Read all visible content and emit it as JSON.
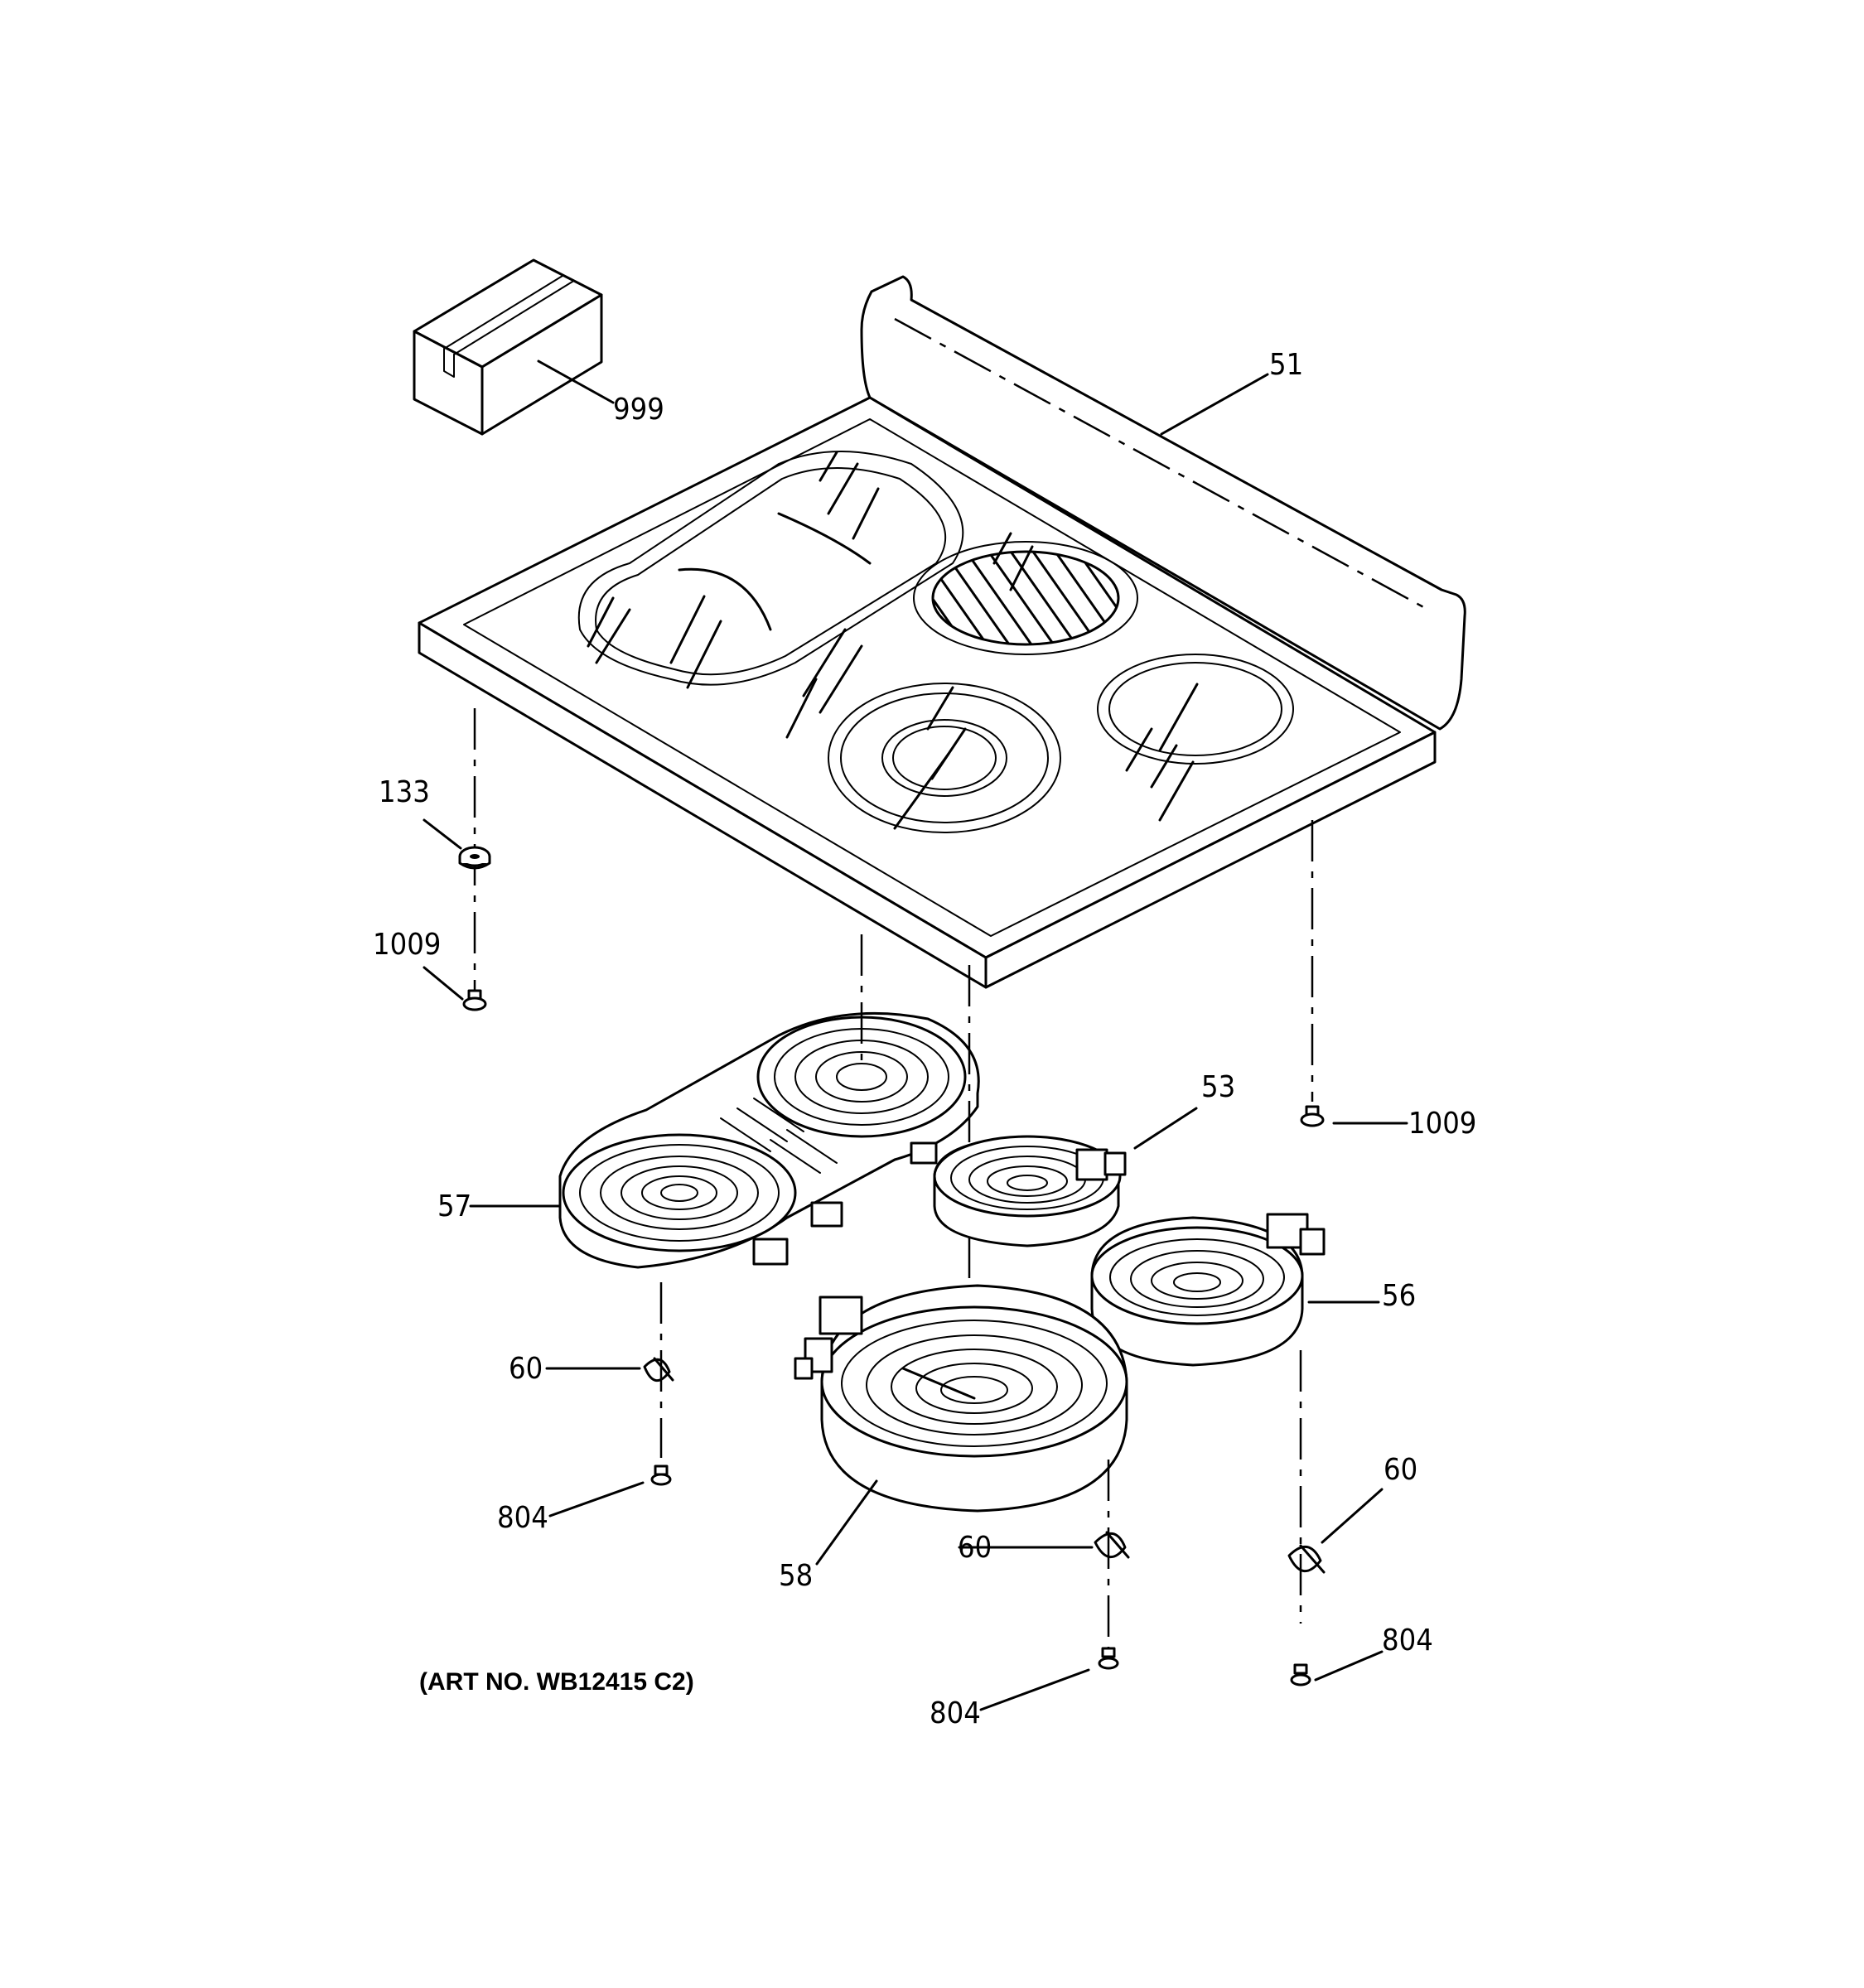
{
  "callouts": {
    "p51": "51",
    "p999": "999",
    "p133": "133",
    "p1009_left": "1009",
    "p1009_right": "1009",
    "p53": "53",
    "p57": "57",
    "p56": "56",
    "p60_left": "60",
    "p60_center": "60",
    "p60_right": "60",
    "p58": "58",
    "p804_left": "804",
    "p804_center": "804",
    "p804_right": "804"
  },
  "art_number": "(ART NO. WB12415 C2)"
}
